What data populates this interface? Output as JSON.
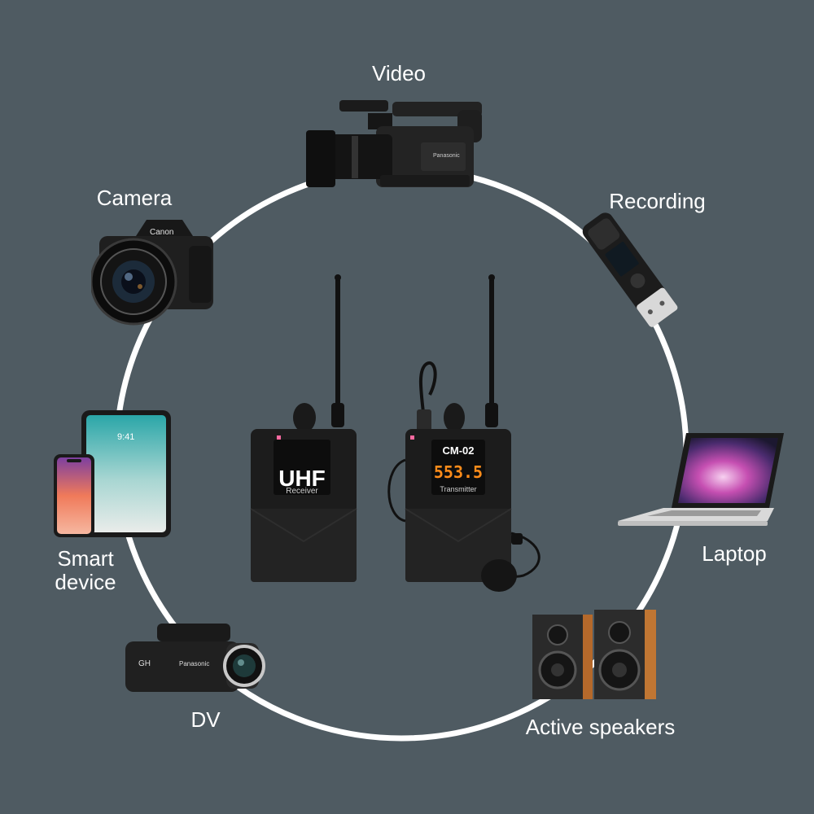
{
  "devices": {
    "video": "Video",
    "camera": "Camera",
    "recording": "Recording",
    "smart_device": "Smart device",
    "laptop": "Laptop",
    "dv": "DV",
    "active_speakers": "Active speakers"
  },
  "receiver": {
    "brand": "UHF",
    "caption": "Receiver"
  },
  "transmitter": {
    "model": "CM-02",
    "display": "553.5",
    "caption": "Transmitter"
  },
  "brand_marks": {
    "video_cam": "Panasonic",
    "camera": "Canon",
    "dv": "Panasonic"
  },
  "colors": {
    "background": "#4f5b62",
    "ring": "#ffffff",
    "screen_orange": "#ff8c1a"
  }
}
